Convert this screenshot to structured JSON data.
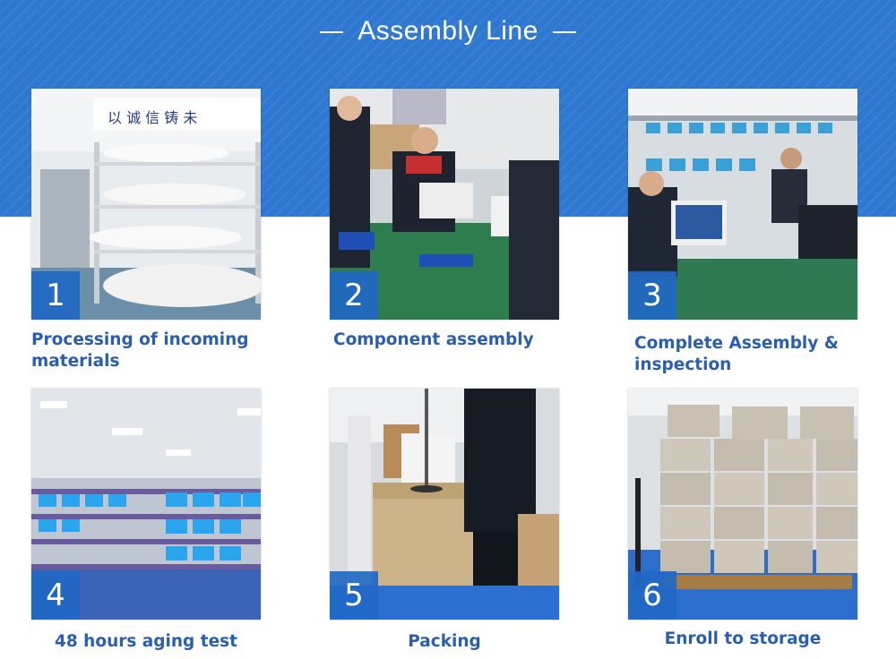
{
  "header": {
    "title": "Assembly Line"
  },
  "steps": [
    {
      "number": "1",
      "caption": "Processing of incoming materials"
    },
    {
      "number": "2",
      "caption": "Component assembly"
    },
    {
      "number": "3",
      "caption": "Complete Assembly & inspection"
    },
    {
      "number": "4",
      "caption": "48 hours aging test"
    },
    {
      "number": "5",
      "caption": "Packing"
    },
    {
      "number": "6",
      "caption": "Enroll to storage"
    }
  ]
}
